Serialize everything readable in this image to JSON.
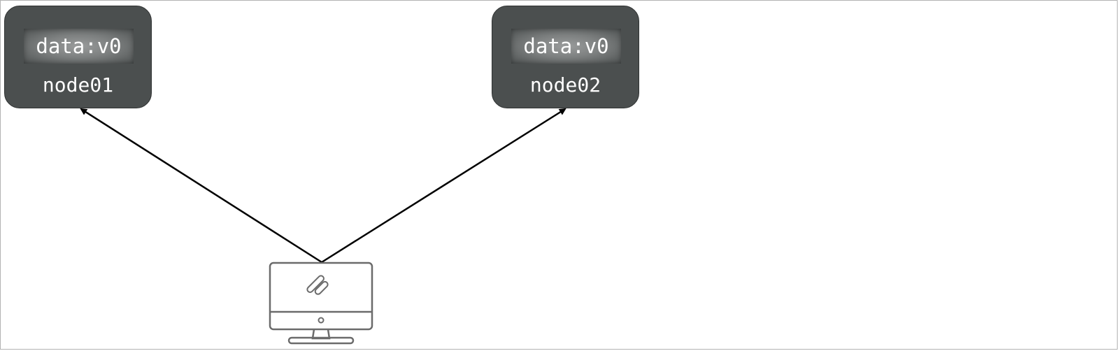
{
  "nodes": [
    {
      "name": "node01",
      "data": "data:v0"
    },
    {
      "name": "node02",
      "data": "data:v0"
    }
  ],
  "client": {
    "icon": "desktop-computer-icon"
  },
  "colors": {
    "node_fill": "#4b4f4f",
    "node_text": "#ffffff",
    "edge": "#000000",
    "icon_stroke": "#6b6b6b"
  }
}
